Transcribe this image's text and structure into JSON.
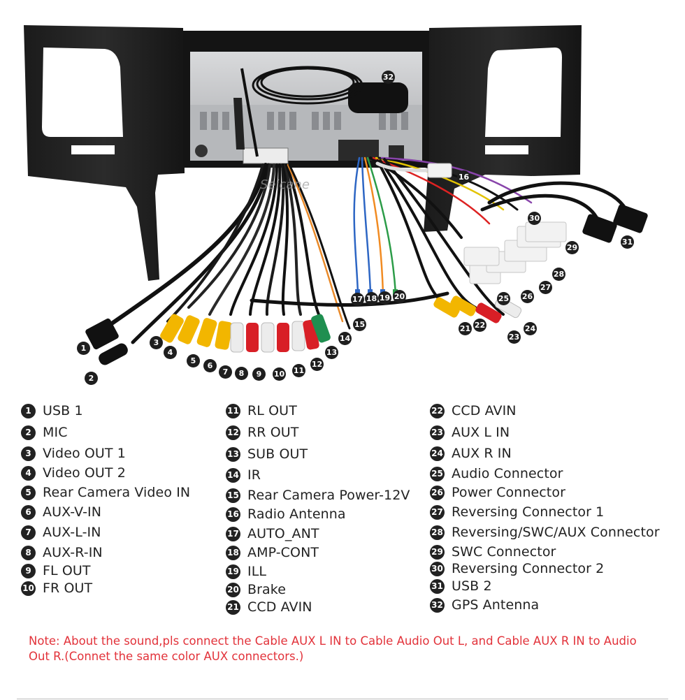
{
  "watermark": "Seicane",
  "legend": [
    {
      "num": "1",
      "label": "USB 1"
    },
    {
      "num": "2",
      "label": "MIC"
    },
    {
      "num": "3",
      "label": "Video OUT 1"
    },
    {
      "num": "4",
      "label": "Video OUT 2"
    },
    {
      "num": "5",
      "label": "Rear Camera Video IN"
    },
    {
      "num": "6",
      "label": "AUX-V-IN"
    },
    {
      "num": "7",
      "label": "AUX-L-IN"
    },
    {
      "num": "8",
      "label": "AUX-R-IN"
    },
    {
      "num": "9",
      "label": "FL OUT"
    },
    {
      "num": "10",
      "label": "FR OUT"
    },
    {
      "num": "11",
      "label": "RL OUT"
    },
    {
      "num": "12",
      "label": "RR OUT"
    },
    {
      "num": "13",
      "label": "SUB OUT"
    },
    {
      "num": "14",
      "label": "IR"
    },
    {
      "num": "15",
      "label": "Rear Camera Power-12V"
    },
    {
      "num": "16",
      "label": "Radio Antenna"
    },
    {
      "num": "17",
      "label": "AUTO_ANT"
    },
    {
      "num": "18",
      "label": "AMP-CONT"
    },
    {
      "num": "19",
      "label": "ILL"
    },
    {
      "num": "20",
      "label": "Brake"
    },
    {
      "num": "21",
      "label": "CCD AVIN"
    },
    {
      "num": "22",
      "label": "CCD AVIN"
    },
    {
      "num": "23",
      "label": "AUX L IN"
    },
    {
      "num": "24",
      "label": "AUX R IN"
    },
    {
      "num": "25",
      "label": "Audio Connector"
    },
    {
      "num": "26",
      "label": "Power Connector"
    },
    {
      "num": "27",
      "label": "Reversing Connector 1"
    },
    {
      "num": "28",
      "label": "Reversing/SWC/AUX Connector"
    },
    {
      "num": "29",
      "label": "SWC Connector"
    },
    {
      "num": "30",
      "label": "Reversing Connector 2"
    },
    {
      "num": "31",
      "label": "USB 2"
    },
    {
      "num": "32",
      "label": "GPS Antenna"
    }
  ],
  "note": "Note: About the sound,pls connect the Cable AUX L IN to Cable Audio Out L, and Cable AUX R IN to Audio Out R.(Connet the same color AUX connectors.)",
  "colors": {
    "frame": "#111111",
    "chassis": "#c9cbcd",
    "connector_yellow": "#f2b600",
    "connector_red": "#d81f26",
    "connector_white": "#efefef",
    "connector_green": "#1f8f50",
    "note_text": "#e2323a"
  }
}
